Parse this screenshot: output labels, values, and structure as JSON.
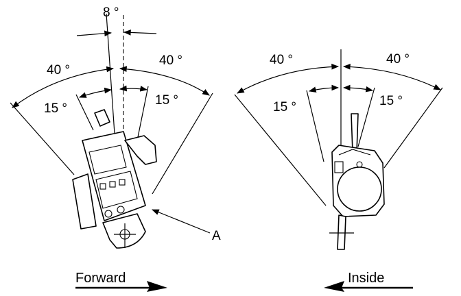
{
  "left_view": {
    "angle_top": "8 °",
    "angle_left_outer": "40 °",
    "angle_right_outer": "40 °",
    "angle_left_inner": "15 °",
    "angle_right_inner": "15 °",
    "callout": "A",
    "direction_label": "Forward"
  },
  "right_view": {
    "angle_left_outer": "40 °",
    "angle_right_outer": "40 °",
    "angle_left_inner": "15 °",
    "angle_right_inner": "15 °",
    "direction_label": "Inside"
  }
}
